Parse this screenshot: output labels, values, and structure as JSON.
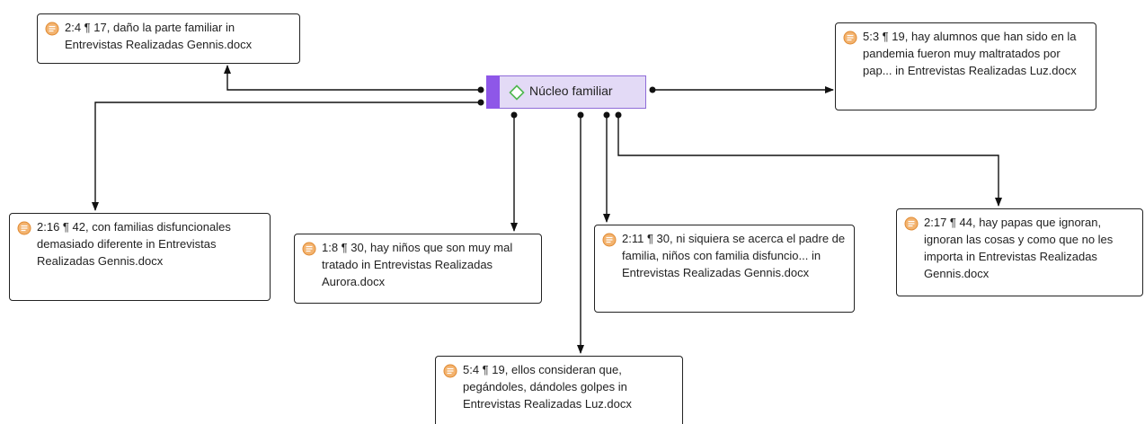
{
  "diagram": {
    "code": {
      "label": "Núcleo familiar",
      "icon": "code-diamond-icon",
      "accent_color": "#8e57e8",
      "fill_color": "#e3daf6"
    },
    "quotations": [
      {
        "id": "q-2-4",
        "text": "2:4 ¶ 17, daño la parte familiar in Entrevistas Realizadas Gennis.docx",
        "icon": "document-quote-icon"
      },
      {
        "id": "q-5-3",
        "text": "5:3 ¶ 19, hay alumnos que han sido en la pandemia fueron muy maltratados por pap... in Entrevistas Realizadas Luz.docx",
        "icon": "document-quote-icon"
      },
      {
        "id": "q-2-16",
        "text": "2:16 ¶ 42, con familias disfuncionales demasiado diferente in Entrevistas Realizadas Gennis.docx",
        "icon": "document-quote-icon"
      },
      {
        "id": "q-1-8",
        "text": "1:8 ¶ 30, hay niños que son muy mal tratado in Entrevistas Realizadas Aurora.docx",
        "icon": "document-quote-icon"
      },
      {
        "id": "q-2-11",
        "text": "2:11 ¶ 30, ni siquiera se acerca el padre de familia, niños con familia disfuncio... in Entrevistas Realizadas Gennis.docx",
        "icon": "document-quote-icon"
      },
      {
        "id": "q-2-17",
        "text": "2:17 ¶ 44, hay papas que ignoran, ignoran las cosas y como que no les importa in Entrevistas Realizadas Gennis.docx",
        "icon": "document-quote-icon"
      },
      {
        "id": "q-5-4",
        "text": "5:4 ¶ 19, ellos consideran que, pegándoles, dándoles golpes in Entrevistas Realizadas Luz.docx",
        "icon": "document-quote-icon"
      }
    ],
    "quote_icon_color": "#f0a55a",
    "link_color": "#111111"
  }
}
